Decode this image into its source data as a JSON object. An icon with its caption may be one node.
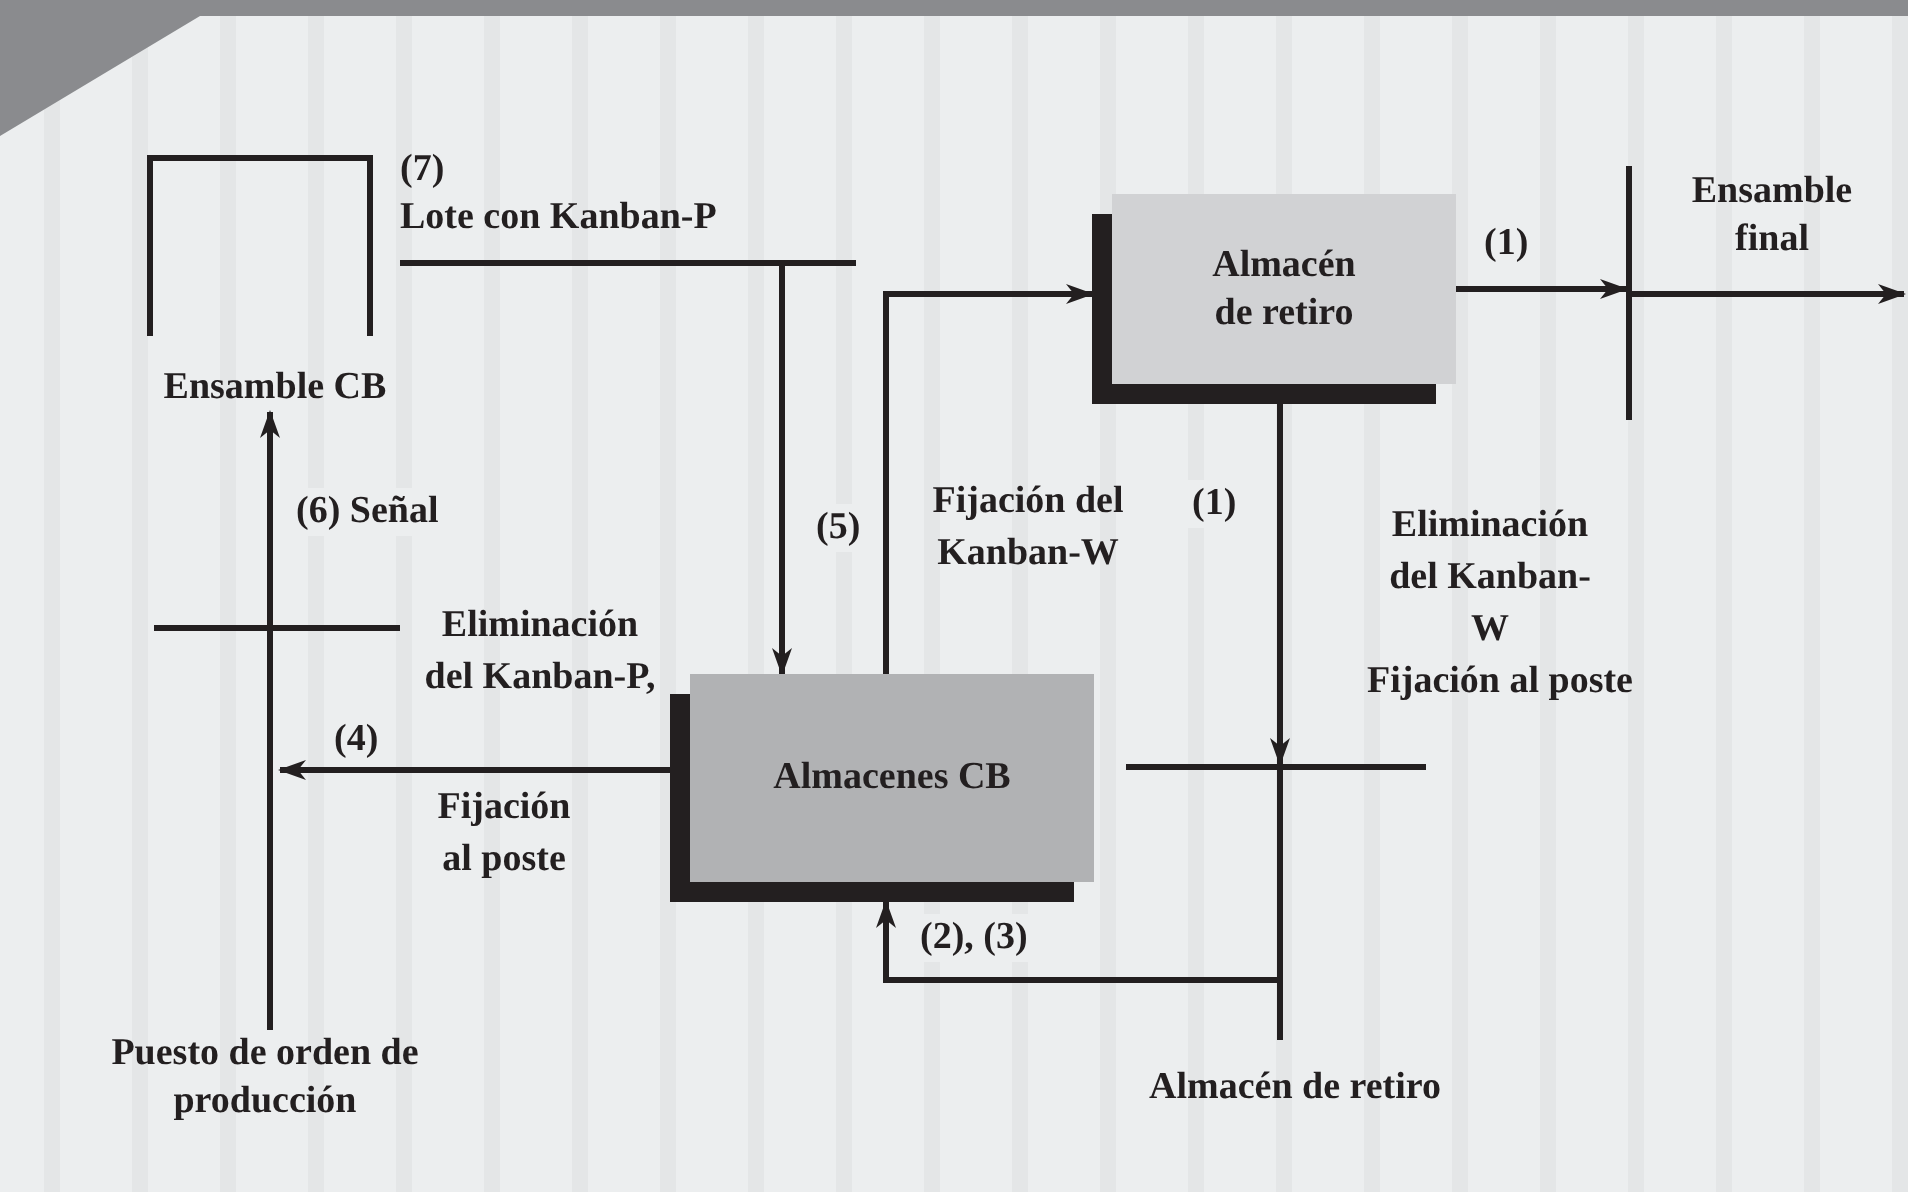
{
  "diagram": {
    "nodes": [
      {
        "text": [
          "Ensamble CB"
        ]
      },
      {
        "text": [
          "(7)",
          "Lote con Kanban-P"
        ]
      },
      {
        "text": [
          "Almacén de retiro"
        ]
      },
      {
        "text": [],
        "shape": "bar",
        "beside": [
          "Ensamble final"
        ]
      },
      {
        "text": [
          "Almacenes CB"
        ]
      },
      {
        "text": [],
        "shape": "bar"
      },
      {
        "text": [
          "Almacén de retiro"
        ]
      },
      {
        "text": [
          "Puesto de orden de producción"
        ]
      }
    ],
    "edges": [
      {
        "from": 2,
        "to": 3,
        "arrow": "to",
        "label": "(1)"
      },
      {
        "from": 3,
        "to": null,
        "arrow": "to"
      },
      {
        "from": 1,
        "to": 4,
        "arrow": "to"
      },
      {
        "from": 4,
        "to": 2,
        "arrow": "to",
        "label": "(5)"
      },
      {
        "from": 2,
        "to": 5,
        "arrow": "to",
        "label": "(1)"
      },
      {
        "from": 5,
        "to": 6,
        "arrow": "none"
      },
      {
        "from": 6,
        "to": 4,
        "arrow": "to",
        "label": "(2), (3)"
      },
      {
        "from": 4,
        "to": null,
        "arrow": "to",
        "label": "(4)"
      },
      {
        "from": 7,
        "to": 0,
        "arrow": "to",
        "label": "(6) Señal"
      }
    ],
    "labels": [
      "Fijación del Kanban-W",
      "Eliminación del Kanban-W",
      "Fijación al poste",
      "Eliminación del Kanban-P,",
      "Fijación al poste"
    ]
  }
}
